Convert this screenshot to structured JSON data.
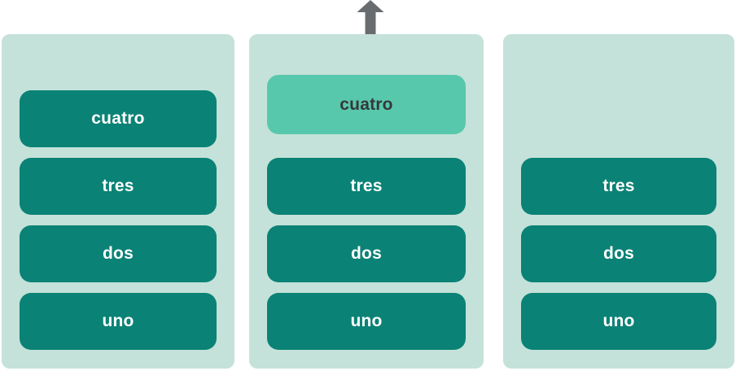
{
  "colors": {
    "background": "#ffffff",
    "panel_bg": "#c4e2d9",
    "item_bg": "#0b8276",
    "item_text": "#ffffff",
    "highlight_bg": "#58c8ac",
    "highlight_text": "#35383b",
    "arrow": "#696c6e"
  },
  "arrow": {
    "icon": "up-arrow-icon",
    "direction": "up"
  },
  "panels": [
    {
      "id": "stack-before-pop",
      "items": [
        {
          "label": "cuatro",
          "highlighted": false
        },
        {
          "label": "tres",
          "highlighted": false
        },
        {
          "label": "dos",
          "highlighted": false
        },
        {
          "label": "uno",
          "highlighted": false
        }
      ]
    },
    {
      "id": "stack-popping",
      "items": [
        {
          "label": "cuatro",
          "highlighted": true
        },
        {
          "label": "tres",
          "highlighted": false
        },
        {
          "label": "dos",
          "highlighted": false
        },
        {
          "label": "uno",
          "highlighted": false
        }
      ]
    },
    {
      "id": "stack-after-pop",
      "items": [
        {
          "label": "tres",
          "highlighted": false
        },
        {
          "label": "dos",
          "highlighted": false
        },
        {
          "label": "uno",
          "highlighted": false
        }
      ]
    }
  ]
}
